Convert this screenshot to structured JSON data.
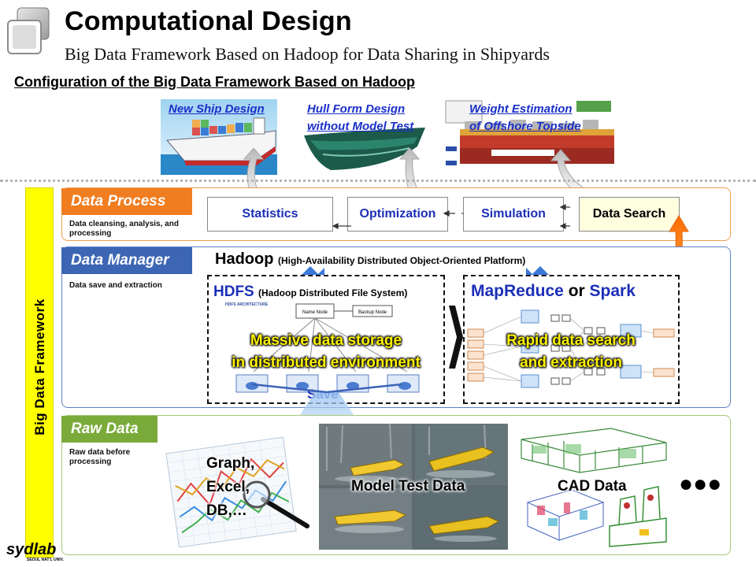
{
  "header": {
    "title": "Computational Design",
    "subtitle": "Big Data Framework Based on Hadoop for Data Sharing in Shipyards",
    "section_title": "Configuration of the Big Data Framework Based on Hadoop"
  },
  "applications": [
    {
      "line1": "New Ship Design",
      "line2": ""
    },
    {
      "line1": "Hull Form Design",
      "line2": "without Model Test"
    },
    {
      "line1": "Weight Estimation",
      "line2": "of Offshore Topside"
    }
  ],
  "framework_label": "Big Data Framework",
  "data_process": {
    "label": "Data Process",
    "desc": "Data cleansing, analysis, and processing",
    "steps": [
      "Statistics",
      "Optimization",
      "Simulation",
      "Data Search"
    ]
  },
  "data_manager": {
    "label": "Data Manager",
    "desc": "Data save and extraction",
    "hadoop": "Hadoop",
    "hadoop_full": "(High-Availability Distributed Object-Oriented Platform)",
    "hdfs": "HDFS",
    "hdfs_full": "(Hadoop Distributed File System)",
    "hdfs_arch": "HDFS ARCHITECTURE",
    "name_node": "Name Node",
    "backup_node": "Backup Node",
    "storage_line1": "Massive data storage",
    "storage_line2": "in distributed environment",
    "save": "Save",
    "mapreduce": "MapReduce",
    "or": "or",
    "spark": "Spark",
    "search_line1": "Rapid data search",
    "search_line2": "and extraction"
  },
  "raw_data": {
    "label": "Raw Data",
    "desc": "Raw data before processing",
    "graph_lines": [
      "Graph,",
      "Excel,",
      "DB,…"
    ],
    "model_test": "Model Test Data",
    "cad": "CAD Data",
    "more": "●●●"
  },
  "brand": {
    "logo": "sydlab",
    "tagline": "SEOUL NAT'L UNIV."
  },
  "colors": {
    "process_orange": "#f07d20",
    "manager_blue": "#3c66b4",
    "raw_green": "#7aab3a",
    "step_text": "#1c2fb8",
    "band_yellow": "#ffff00"
  }
}
